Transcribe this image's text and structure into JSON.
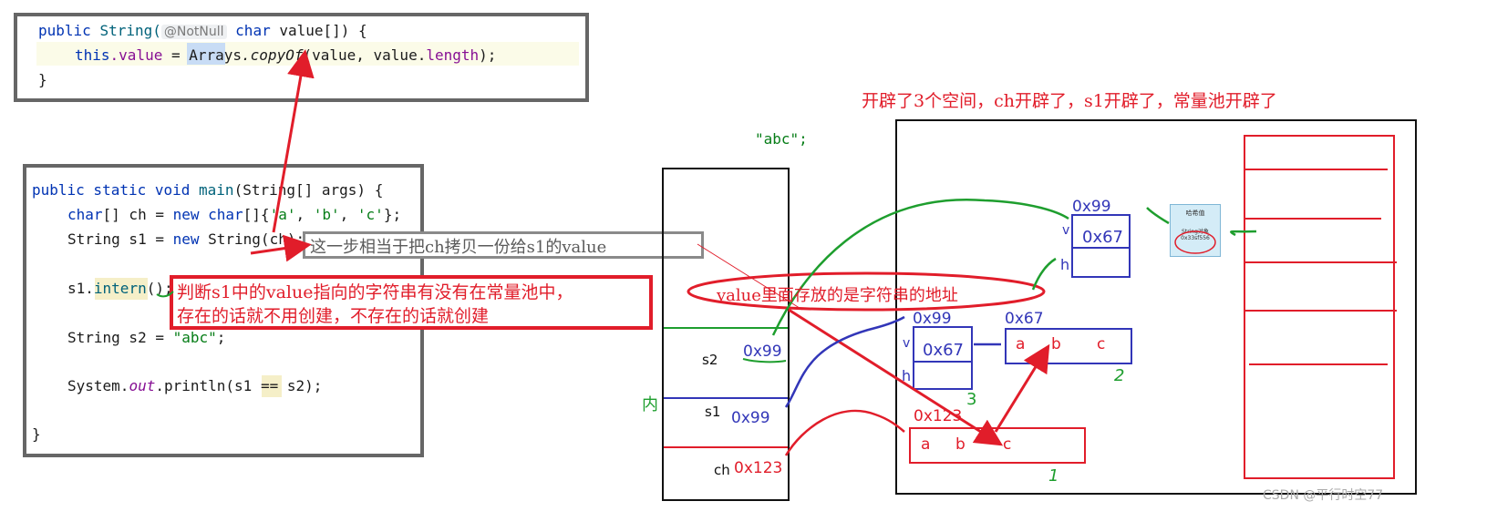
{
  "code_top": {
    "line1_kw": "public",
    "line1_type": "String(",
    "line1_anno": "@NotNull",
    "line1_kw2": "char",
    "line1_rest": " value[]) {",
    "line2_this": "this",
    "line2_field": ".value",
    "line2_eq": " = ",
    "line2_cls": "Arrays",
    "line2_method": ".copyOf",
    "line2_args": "(value, value.",
    "line2_len": "length",
    "line2_end": ");",
    "line3": "}"
  },
  "code_main": {
    "l1_kw": "public static void",
    "l1_fn": " main",
    "l1_rest": "(String[] args) {",
    "l2_kw": "char",
    "l2_a": "[] ch = ",
    "l2_kw2": "new char",
    "l2_b": "[]{",
    "l2_s1": "'a'",
    "l2_c1": ", ",
    "l2_s2": "'b'",
    "l2_c2": ", ",
    "l2_s3": "'c'",
    "l2_end": "};",
    "l3_a": "String s1 = ",
    "l3_kw": "new",
    "l3_b": " String(ch);",
    "l4_a": "s1.",
    "l4_fn": "intern",
    "l4_b": "();",
    "l5_a": "String s2 = ",
    "l5_str": "\"abc\"",
    "l5_b": ";",
    "l6_a": "System.",
    "l6_field": "out",
    "l6_b": ".println(s1 ",
    "l6_eq": "==",
    "l6_c": " s2);",
    "l7": "}"
  },
  "annotations": {
    "copy_note": "这一步相当于把ch拷贝一份给s1的value",
    "intern_note_1": "判断s1中的value指向的字符串有没有在常量池中，",
    "intern_note_2": "存在的话就不用创建，不存在的话就创建",
    "space_note": "开辟了3个空间，ch开辟了，s1开辟了，常量池开辟了",
    "abc_literal": "\"abc\";",
    "value_note": "value里面存放的是字符串的地址"
  },
  "stack": {
    "s2_label": "s2",
    "s2_value": "0x99",
    "s1_label": "s1",
    "s1_value": "0x99",
    "ch_label": "ch",
    "ch_value": "0x123",
    "side_char": "内"
  },
  "heap": {
    "obj_top_addr": "0x99",
    "obj_top_v": "v",
    "obj_top_value": "0x67",
    "obj_top_h": "h",
    "obj_mid_addr": "0x99",
    "obj_mid_v": "v",
    "obj_mid_value": "0x67",
    "obj_mid_h": "h",
    "arr_mid_addr": "0x67",
    "arr_mid_a": "a",
    "arr_mid_b": "b",
    "arr_mid_c": "c",
    "arr_bot_addr": "0x123",
    "arr_bot_a": "a",
    "arr_bot_b": "b",
    "arr_bot_c": "c",
    "num_1": "1",
    "num_2": "2",
    "num_3": "3",
    "pool_card_title": "哈希值",
    "pool_card_line1": "String对象",
    "pool_card_line2": "0x33sf556"
  },
  "watermark": "CSDN @平行时空77"
}
